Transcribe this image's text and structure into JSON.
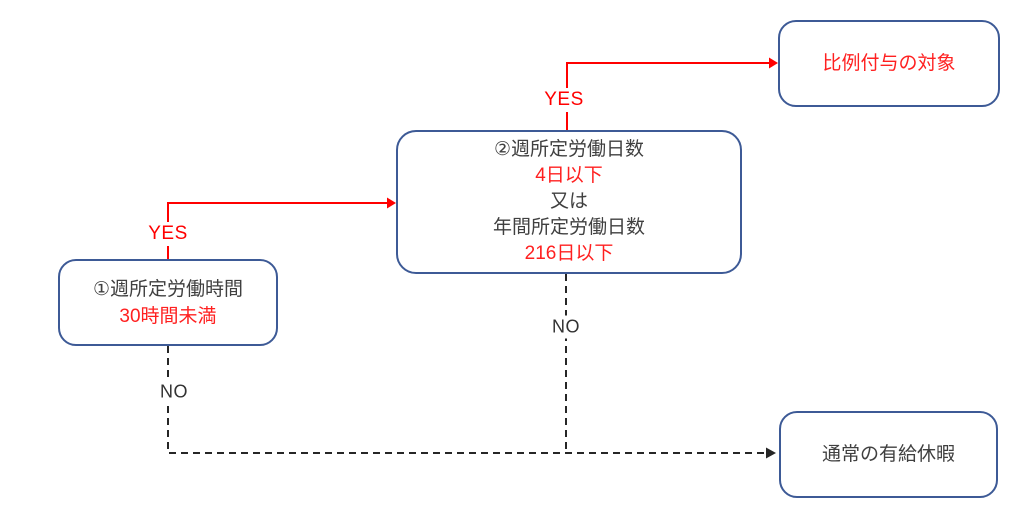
{
  "diagram": {
    "type": "flowchart",
    "labels": {
      "yes_left": "YES",
      "yes_center": "YES",
      "no_left": "NO",
      "no_center": "NO"
    },
    "nodes": {
      "weekly_hours": {
        "lines": [
          {
            "text": "①週所定労働時間",
            "emphasis": false
          },
          {
            "text": "30時間未満",
            "emphasis": true
          }
        ]
      },
      "weekly_days": {
        "lines": [
          {
            "text": "②週所定労働日数",
            "emphasis": false
          },
          {
            "text": "4日以下",
            "emphasis": true
          },
          {
            "text": "又は",
            "emphasis": false
          },
          {
            "text": "年間所定労働日数",
            "emphasis": false
          },
          {
            "text": "216日以下",
            "emphasis": true
          }
        ]
      },
      "proportional_grant": {
        "lines": [
          {
            "text": "比例付与の対象",
            "emphasis": true
          }
        ]
      },
      "normal_paid_leave": {
        "lines": [
          {
            "text": "通常の有給休暇",
            "emphasis": false
          }
        ]
      }
    },
    "edges": [
      {
        "from": "weekly_hours",
        "to": "weekly_days",
        "label": "YES",
        "style": "solid-red"
      },
      {
        "from": "weekly_days",
        "to": "proportional_grant",
        "label": "YES",
        "style": "solid-red"
      },
      {
        "from": "weekly_hours",
        "to": "normal_paid_leave",
        "label": "NO",
        "style": "dashed-black"
      },
      {
        "from": "weekly_days",
        "to": "normal_paid_leave",
        "label": "NO",
        "style": "dashed-black"
      }
    ],
    "colors": {
      "node_border": "#3d5a96",
      "emphasis_red": "#ff2020",
      "arrow_red": "#ff0000",
      "text_dark": "#404040",
      "dashed_dark": "#262626",
      "background": "#ffffff"
    }
  }
}
